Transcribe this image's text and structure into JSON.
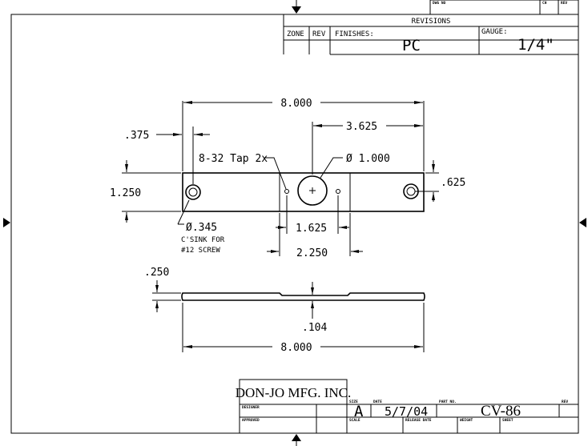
{
  "title_block_top": {
    "dwg_no_label": "DWG NO",
    "ch_label": "CH",
    "rev_label": "REV",
    "revisions_label": "REVISIONS",
    "zone_label": "ZONE",
    "rev_col_label": "REV",
    "finishes_label": "FINISHES:",
    "finishes_value": "PC",
    "gauge_label": "GAUGE:",
    "gauge_value": "1/4\""
  },
  "dimensions": {
    "overall_length": "8.000",
    "hole_offset": ".375",
    "center_offset": "3.625",
    "tap_note": "8-32 Tap 2x",
    "center_hole_dia": "Ø 1.000",
    "height": "1.250",
    "half_height": ".625",
    "csink_dia": "Ø.345",
    "csink_note_1": "C'SINK FOR",
    "csink_note_2": "#12 SCREW",
    "tap_spacing": "1.625",
    "recess_width": "2.250",
    "thickness": ".250",
    "recess_depth": ".104",
    "side_length": "8.000"
  },
  "title_block_bottom": {
    "company": "DON-JO MFG. INC.",
    "designer_label": "DESIGNER",
    "approved_label": "APPROVED",
    "size_label": "SIZE",
    "size_value": "A",
    "date_label": "DATE",
    "date_value": "5/7/04",
    "part_no_label": "PART NO.",
    "part_no_value": "CV-86",
    "rev_label": "REV",
    "scale_label": "SCALE",
    "release_date_label": "RELEASE DATE",
    "weight_label": "WEIGHT",
    "sheet_label": "SHEET"
  }
}
